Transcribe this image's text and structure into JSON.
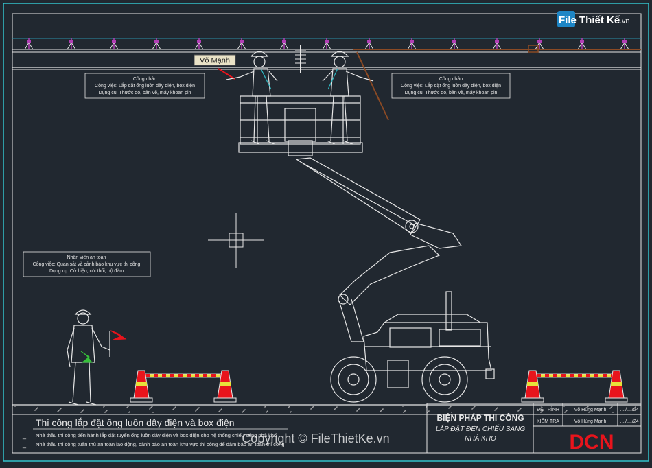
{
  "watermark": {
    "logo_text": "File Thiết Kế",
    "logo_suffix": ".vn",
    "copyright": "Copyright © FileThietKe.vn"
  },
  "label_tag": "Võ Mạnh",
  "worker_left": {
    "title": "Công nhân",
    "task": "Công việc: Lắp đặt ống luồn dây điện, box điện",
    "tools": "Dụng cụ: Thước đo, bản vẽ, máy khoan pin"
  },
  "worker_right": {
    "title": "Công nhân",
    "task": "Công việc: Lắp đặt ống luồn dây điện, box điện",
    "tools": "Dụng cụ: Thước đo, bản vẽ, máy khoan pin"
  },
  "safety_officer": {
    "title": "Nhân viên an toàn",
    "task": "Công việc: Quan sát và cảnh báo khu vực thi công",
    "tools": "Dụng cụ: Cờ hiệu, còi thổi, bộ đàm"
  },
  "main_title": "Thi công lắp đặt ống luồn dây điện và box điện",
  "notes": [
    "Nhà thầu thi công tiến hành lắp đặt tuyến ống luồn dây điện và box điện cho hệ thống chiếu sáng nhà kho",
    "Nhà thầu thi công tuân thủ an toàn lao động, cảnh báo an toàn khu vực thi công để đảm bảo an toàn thi công"
  ],
  "title_block": {
    "heading": "BIỆN PHÁP THI CÔNG",
    "sub1": "LẮP ĐẶT ĐÈN CHIẾU SÁNG",
    "sub2": "NHÀ KHO",
    "rows": [
      {
        "label": "ĐỀ TRÌNH",
        "name": "Võ Hùng Mạnh",
        "date": "..../..../24"
      },
      {
        "label": "KIỂM TRA",
        "name": "Võ Hùng Mạnh",
        "date": "..../..../24"
      }
    ],
    "logo": "DCN"
  },
  "colors": {
    "background": "#212830",
    "line": "#e6e6e6",
    "frame": "#33c3cc",
    "accent_red": "#e8141c",
    "purple": "#b23fb5",
    "brown": "#8b4a24"
  }
}
